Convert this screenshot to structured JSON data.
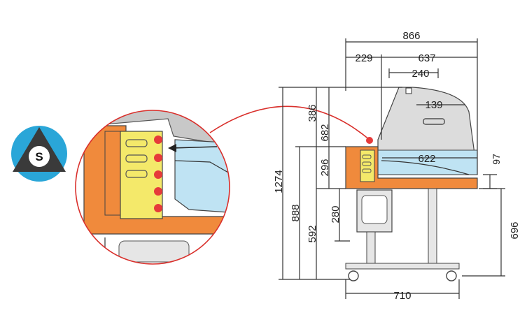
{
  "badge": {
    "letter": "S",
    "circle_color": "#2aa6d8",
    "triangle_color": "#3a3a3a"
  },
  "colors": {
    "counter_orange": "#f08a3c",
    "glass_blue": "#bfe3f3",
    "panel_yellow": "#f4e96a",
    "sensor_red": "#e63a3a",
    "leader_red": "#d9302c",
    "structure_gray": "#c8c8c8"
  },
  "dimensions": {
    "d866": "866",
    "d229": "229",
    "d637": "637",
    "d240": "240",
    "d139": "139",
    "d622": "622",
    "d97": "97",
    "d386": "386",
    "d682": "682",
    "d296": "296",
    "d280": "280",
    "d1274": "1274",
    "d888": "888",
    "d592": "592",
    "d696": "696",
    "d710": "710"
  }
}
